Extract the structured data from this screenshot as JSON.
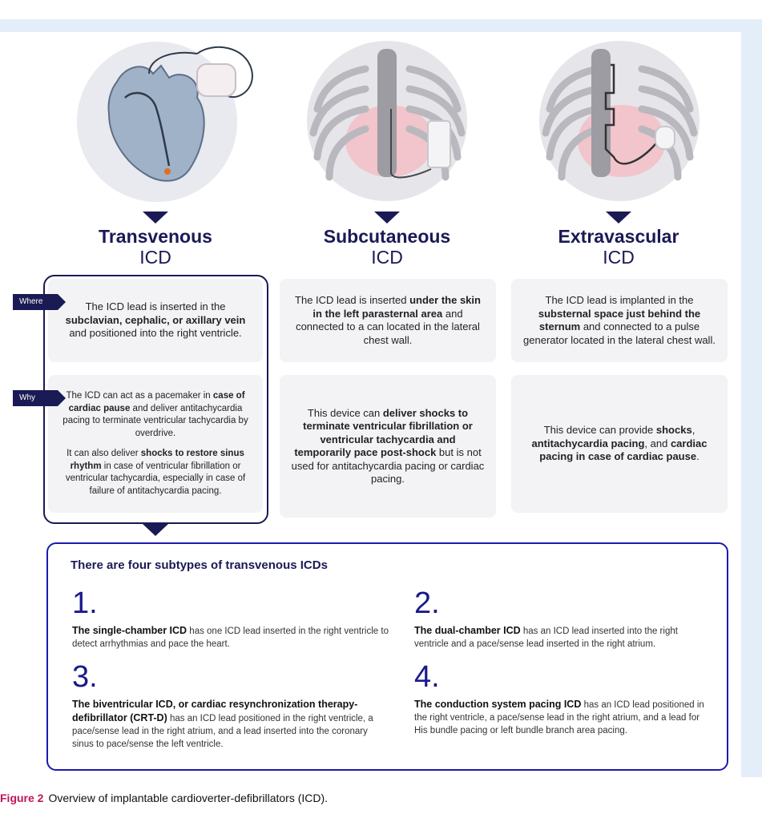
{
  "columns": [
    {
      "title_bold": "Transvenous",
      "title_rest": "ICD",
      "where_text": "The ICD lead is inserted in the subclavian, cephalic, or axillary vein and positioned into the right ventricle.",
      "why_text_1": "The ICD can act as a pacemaker in case of cardiac pause and deliver antitachycardia pacing to terminate ventricular tachycardia by overdrive.",
      "why_text_2": "It can also deliver shocks to restore sinus rhythm in case of ventricular fibrillation or ventricular tachycardia, especially in case of failure of antitachycardia pacing."
    },
    {
      "title_bold": "Subcutaneous",
      "title_rest": "ICD",
      "where_text": "The ICD lead is inserted under the skin in the left parasternal area and connected to a can located in the lateral chest wall.",
      "why_text": "This device can deliver shocks to terminate ventricular fibrillation or ventricular tachycardia and temporarily pace post-shock but is not used for antitachycardia pacing or cardiac pacing."
    },
    {
      "title_bold": "Extravascular",
      "title_rest": "ICD",
      "where_text": "The ICD lead is implanted in the substernal space just behind the sternum and connected to a pulse generator located in the lateral chest wall.",
      "why_text": "This device can provide shocks, antitachycardia pacing, and cardiac pacing in case of cardiac pause."
    }
  ],
  "tags": {
    "where": "Where",
    "why": "Why"
  },
  "subtypes": {
    "heading": "There are four subtypes of transvenous ICDs",
    "items": [
      {
        "num": "1.",
        "lead": "The single-chamber ICD",
        "rest": "has one ICD lead inserted in the right ventricle to detect arrhythmias and pace the heart."
      },
      {
        "num": "2.",
        "lead": "The dual-chamber ICD",
        "rest": "has an ICD lead inserted into the right ventricle and a pace/sense lead inserted in the right atrium."
      },
      {
        "num": "3.",
        "lead": "The biventricular ICD, or cardiac resynchronization therapy-defibrillator (CRT-D)",
        "rest": "has an ICD lead positioned in the right ventricle, a pace/sense lead in the right atrium, and a lead inserted into the coronary sinus to pace/sense the left ventricle."
      },
      {
        "num": "4.",
        "lead": "The conduction system pacing ICD",
        "rest": "has an ICD lead positioned in the right ventricle, a pace/sense lead in the right atrium, and a lead for His bundle pacing or left bundle branch area pacing."
      }
    ]
  },
  "caption": {
    "label": "Figure 2",
    "text": "Overview of implantable cardioverter-defibrillators (ICD)."
  },
  "colors": {
    "navy": "#1a1a55",
    "blue_border": "#1a1ab0",
    "caption_label": "#c0155a",
    "box_bg": "#f3f3f5",
    "frame_bg": "#e3eef8"
  }
}
